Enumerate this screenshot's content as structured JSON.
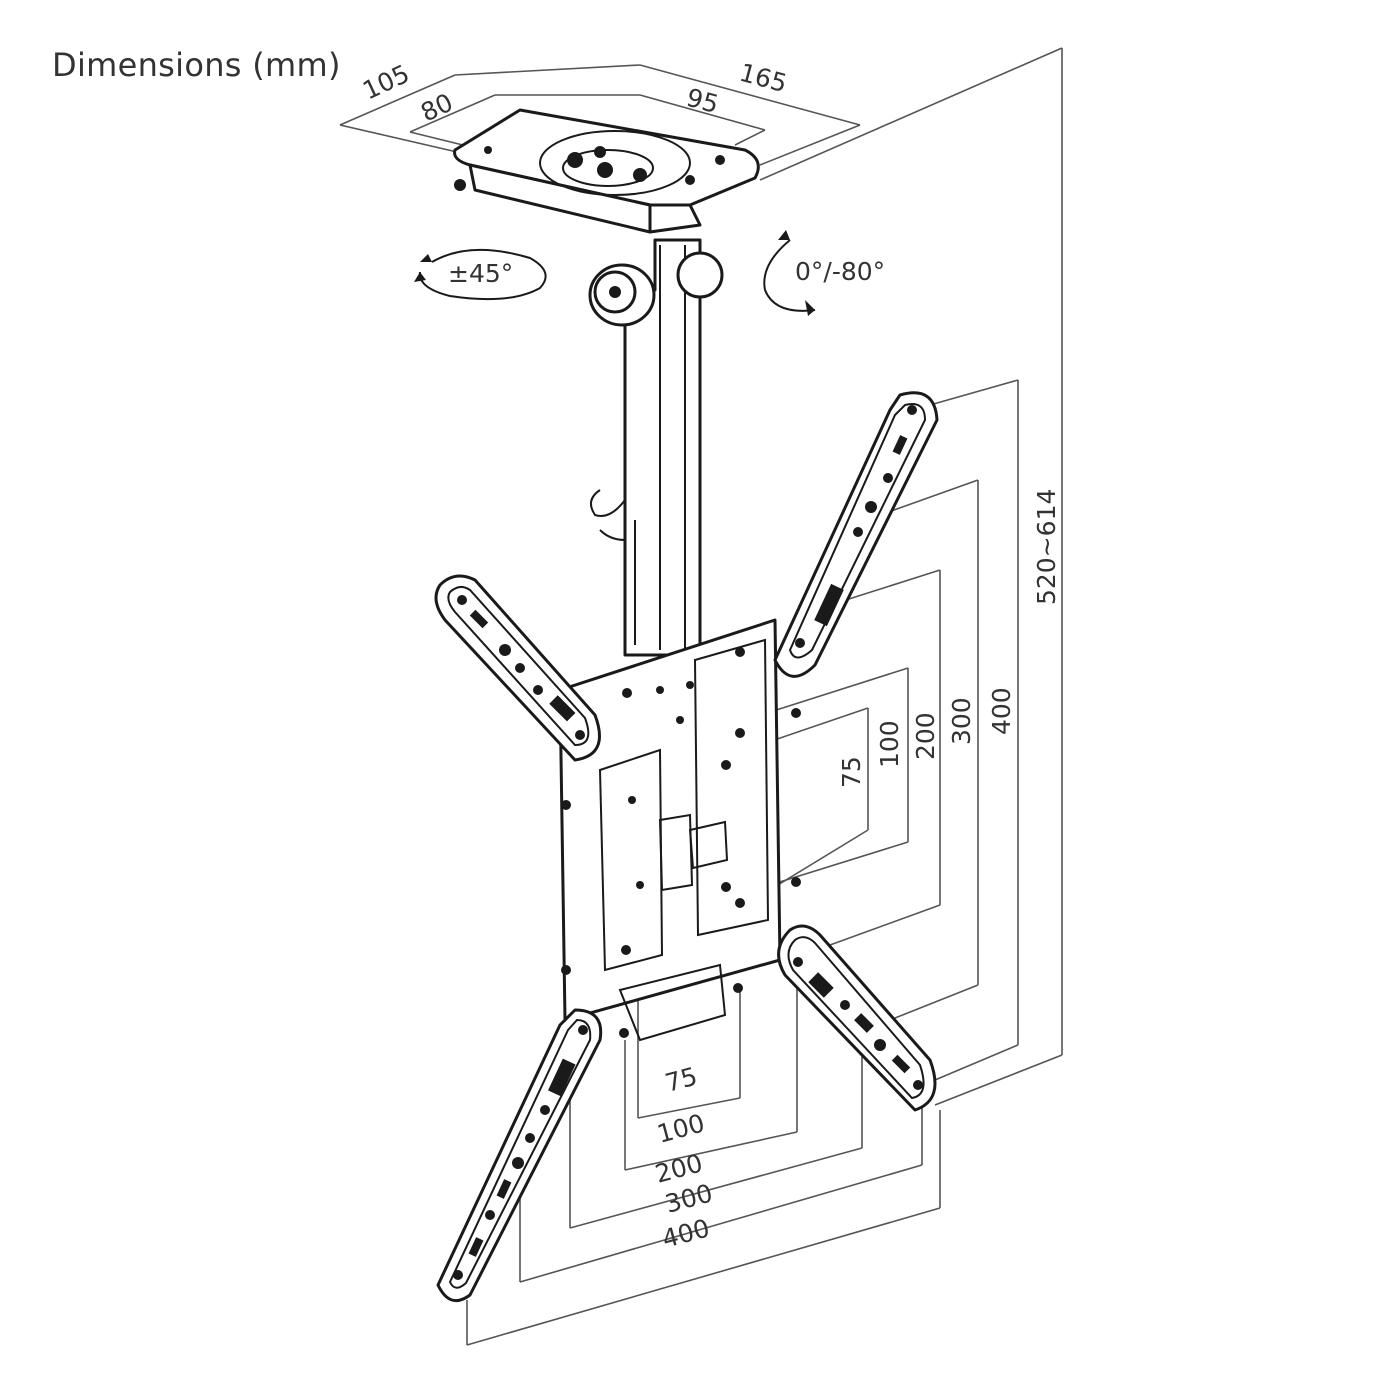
{
  "title": "Dimensions (mm)",
  "top_plate": {
    "depth_outer": "105",
    "depth_inner": "80",
    "width_outer": "165",
    "width_inner": "95"
  },
  "rotation": {
    "swivel": "±45°",
    "tilt": "0°/-80°"
  },
  "height_range": "520~614",
  "vesa_vertical": [
    "75",
    "100",
    "200",
    "300",
    "400"
  ],
  "vesa_horizontal": [
    "75",
    "100",
    "200",
    "300",
    "400"
  ]
}
